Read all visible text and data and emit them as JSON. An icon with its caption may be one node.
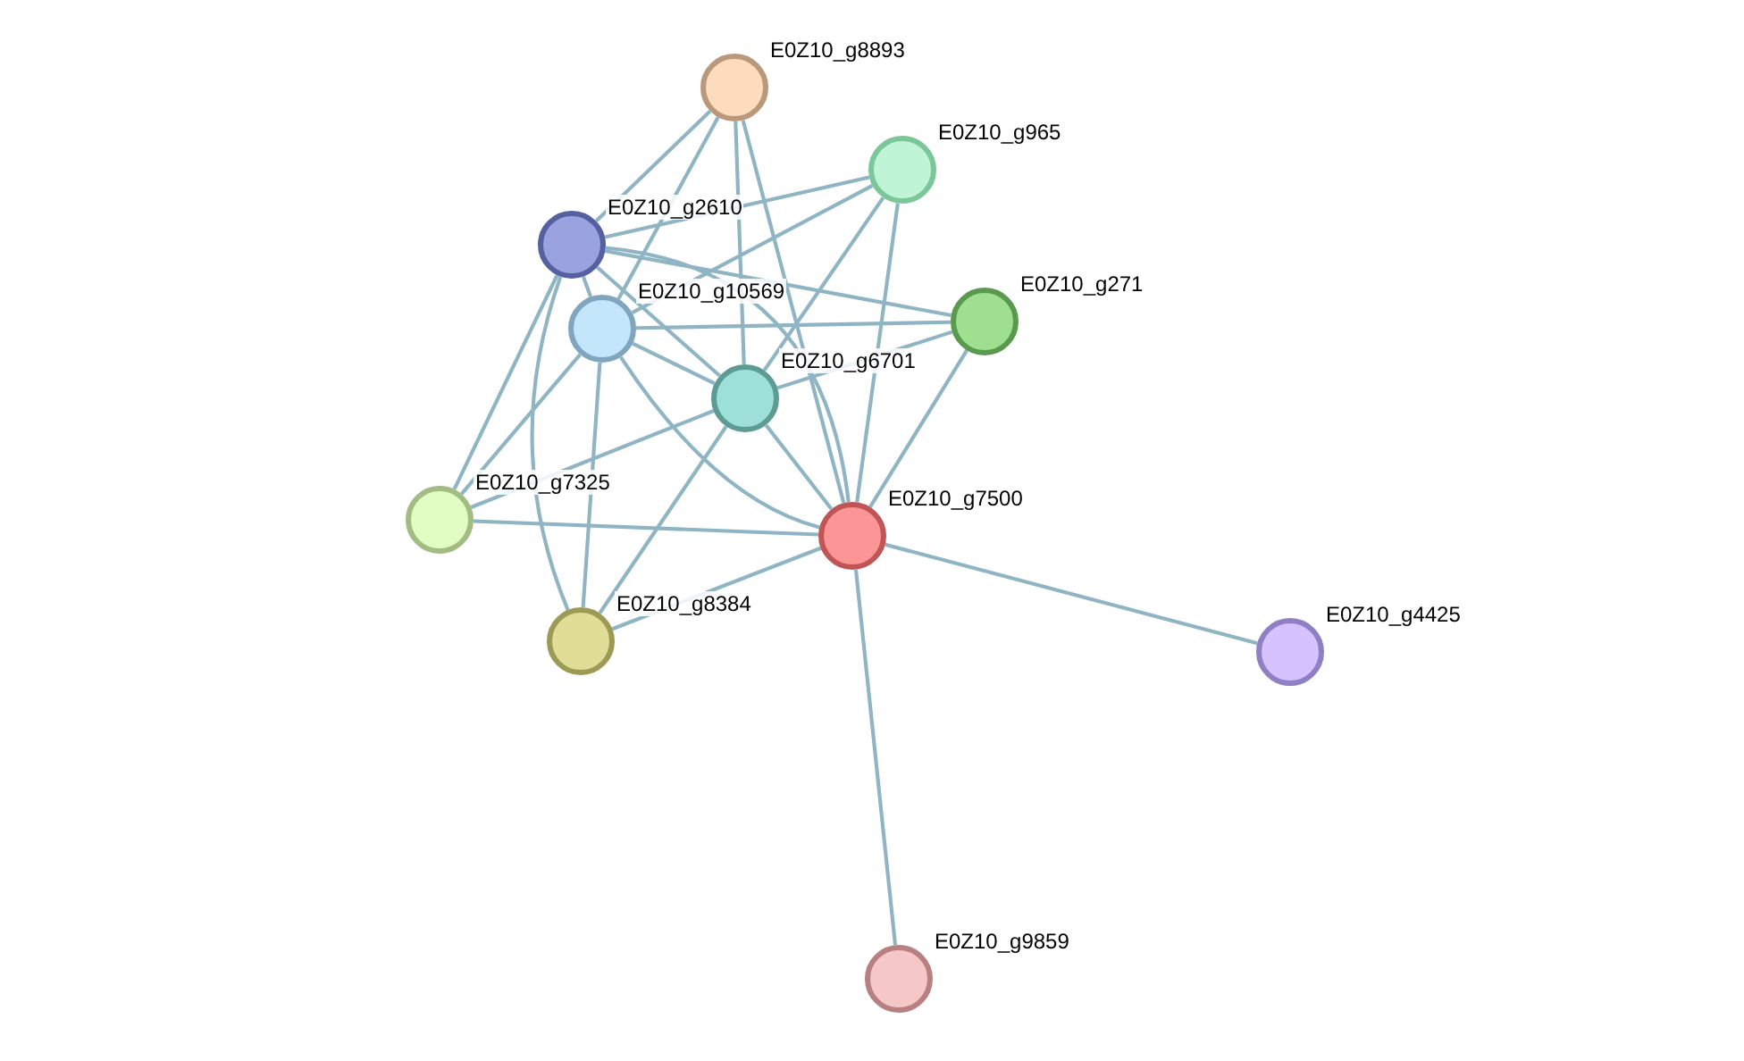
{
  "diagram": {
    "nodes": [
      {
        "text": [],
        "shape": "circle",
        "beside": [
          "E0Z10_g8893"
        ]
      },
      {
        "text": [],
        "shape": "circle",
        "beside": [
          "E0Z10_g965"
        ]
      },
      {
        "text": [],
        "shape": "circle",
        "beside": [
          "E0Z10_g2610"
        ]
      },
      {
        "text": [],
        "shape": "circle",
        "beside": [
          "E0Z10_g271"
        ]
      },
      {
        "text": [],
        "shape": "circle",
        "beside": [
          "E0Z10_g10569"
        ]
      },
      {
        "text": [],
        "shape": "circle",
        "beside": [
          "E0Z10_g6701"
        ]
      },
      {
        "text": [],
        "shape": "circle",
        "beside": [
          "E0Z10_g7325"
        ]
      },
      {
        "text": [],
        "shape": "circle",
        "beside": [
          "E0Z10_g7500"
        ]
      },
      {
        "text": [],
        "shape": "circle",
        "beside": [
          "E0Z10_g8384"
        ]
      },
      {
        "text": [],
        "shape": "circle",
        "beside": [
          "E0Z10_g4425"
        ]
      },
      {
        "text": [],
        "shape": "circle",
        "beside": [
          "E0Z10_g9859"
        ]
      }
    ],
    "edges": [
      {
        "from": 0,
        "to": 2,
        "arrow": "none"
      },
      {
        "from": 0,
        "to": 4,
        "arrow": "none"
      },
      {
        "from": 0,
        "to": 5,
        "arrow": "none"
      },
      {
        "from": 0,
        "to": 7,
        "arrow": "none"
      },
      {
        "from": 1,
        "to": 2,
        "arrow": "none"
      },
      {
        "from": 1,
        "to": 4,
        "arrow": "none"
      },
      {
        "from": 1,
        "to": 5,
        "arrow": "none"
      },
      {
        "from": 1,
        "to": 7,
        "arrow": "none"
      },
      {
        "from": 2,
        "to": 3,
        "arrow": "none"
      },
      {
        "from": 2,
        "to": 4,
        "arrow": "none"
      },
      {
        "from": 2,
        "to": 5,
        "arrow": "none"
      },
      {
        "from": 2,
        "to": 6,
        "arrow": "none"
      },
      {
        "from": 2,
        "to": 7,
        "arrow": "none"
      },
      {
        "from": 2,
        "to": 8,
        "arrow": "none"
      },
      {
        "from": 3,
        "to": 4,
        "arrow": "none"
      },
      {
        "from": 3,
        "to": 5,
        "arrow": "none"
      },
      {
        "from": 3,
        "to": 7,
        "arrow": "none"
      },
      {
        "from": 4,
        "to": 5,
        "arrow": "none"
      },
      {
        "from": 4,
        "to": 6,
        "arrow": "none"
      },
      {
        "from": 4,
        "to": 7,
        "arrow": "none"
      },
      {
        "from": 4,
        "to": 8,
        "arrow": "none"
      },
      {
        "from": 5,
        "to": 6,
        "arrow": "none"
      },
      {
        "from": 5,
        "to": 7,
        "arrow": "none"
      },
      {
        "from": 5,
        "to": 8,
        "arrow": "none"
      },
      {
        "from": 6,
        "to": 7,
        "arrow": "none"
      },
      {
        "from": 7,
        "to": 8,
        "arrow": "none"
      },
      {
        "from": 7,
        "to": 9,
        "arrow": "none"
      },
      {
        "from": 7,
        "to": 10,
        "arrow": "none"
      }
    ]
  }
}
